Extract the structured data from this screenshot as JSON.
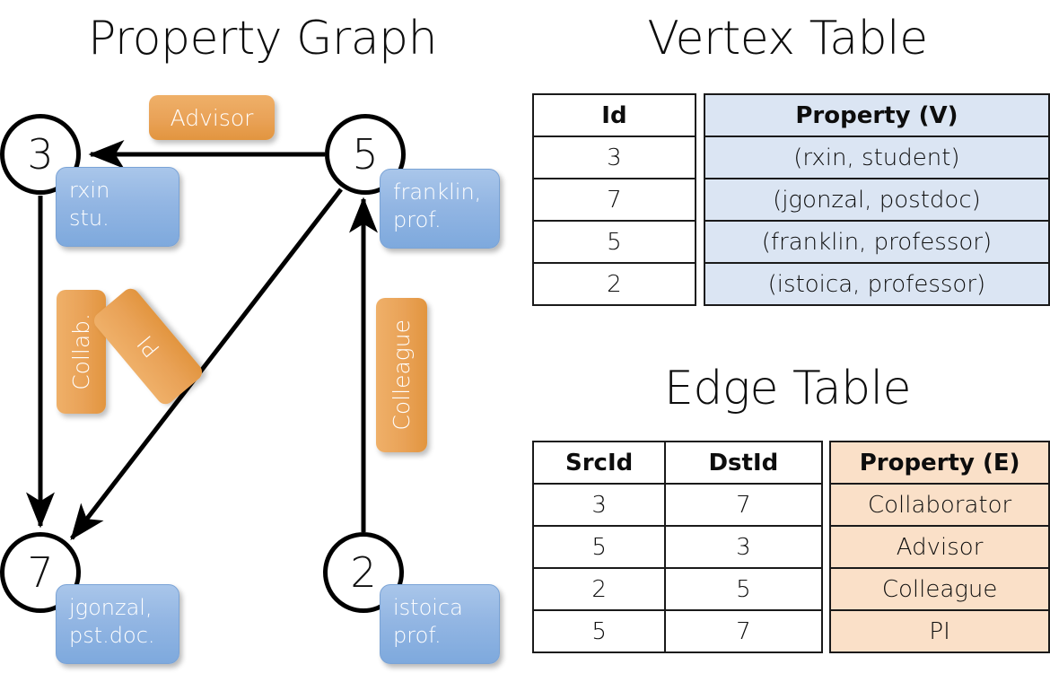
{
  "titles": {
    "property_graph": "Property Graph",
    "vertex_table": "Vertex Table",
    "edge_table": "Edge Table"
  },
  "graph": {
    "nodes": [
      {
        "id": "3",
        "property_text": "rxin\nstu."
      },
      {
        "id": "5",
        "property_text": "franklin,\nprof."
      },
      {
        "id": "7",
        "property_text": "jgonzal,\npst.doc."
      },
      {
        "id": "2",
        "property_text": "istoica\nprof."
      }
    ],
    "edge_labels": [
      {
        "name": "advisor",
        "label": "Advisor"
      },
      {
        "name": "collab",
        "label": "Collab."
      },
      {
        "name": "pi",
        "label": "PI"
      },
      {
        "name": "colleague",
        "label": "Colleague"
      }
    ],
    "edges": [
      {
        "src": "5",
        "dst": "3",
        "label": "Advisor"
      },
      {
        "src": "3",
        "dst": "7",
        "label": "Collab."
      },
      {
        "src": "5",
        "dst": "7",
        "label": "PI"
      },
      {
        "src": "2",
        "dst": "5",
        "label": "Colleague"
      }
    ]
  },
  "vertex_table": {
    "headers": [
      "Id",
      "Property (V)"
    ],
    "rows": [
      {
        "id": "3",
        "property": "(rxin, student)"
      },
      {
        "id": "7",
        "property": "(jgonzal, postdoc)"
      },
      {
        "id": "5",
        "property": "(franklin, professor)"
      },
      {
        "id": "2",
        "property": "(istoica, professor)"
      }
    ]
  },
  "edge_table": {
    "headers": [
      "SrcId",
      "DstId",
      "Property (E)"
    ],
    "rows": [
      {
        "src": "3",
        "dst": "7",
        "property": "Collaborator"
      },
      {
        "src": "5",
        "dst": "3",
        "property": "Advisor"
      },
      {
        "src": "2",
        "dst": "5",
        "property": "Colleague"
      },
      {
        "src": "5",
        "dst": "7",
        "property": "PI"
      }
    ]
  },
  "colors": {
    "node_property_blue": "#93b6e3",
    "edge_label_orange": "#e9a257",
    "vertex_cell_blue": "#dbe5f3",
    "edge_cell_orange": "#fae0c8",
    "stroke": "#000000"
  }
}
